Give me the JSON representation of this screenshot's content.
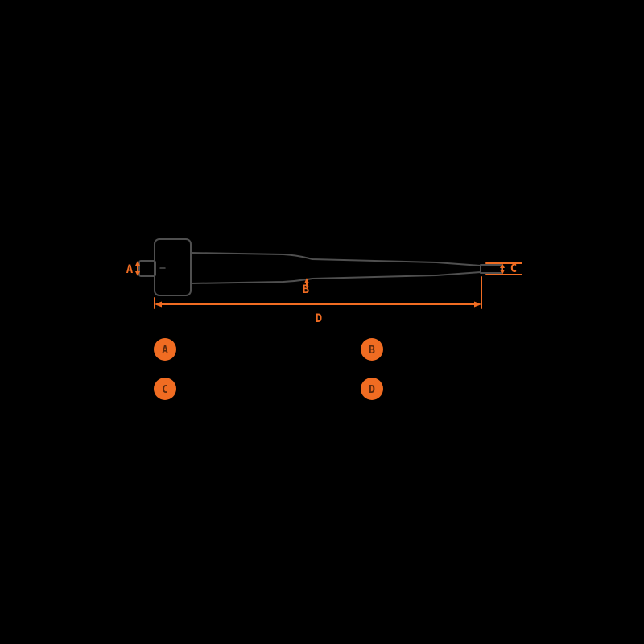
{
  "colors": {
    "background": "#000000",
    "accent_orange": "#F06C22",
    "part_outline": "#4F4F4F"
  },
  "dimensions": {
    "a": {
      "label": "A"
    },
    "b": {
      "label": "B"
    },
    "c": {
      "label": "C"
    },
    "d": {
      "label": "D"
    }
  },
  "legend": {
    "items": [
      {
        "label": "A"
      },
      {
        "label": "B"
      },
      {
        "label": "C"
      },
      {
        "label": "D"
      }
    ]
  }
}
